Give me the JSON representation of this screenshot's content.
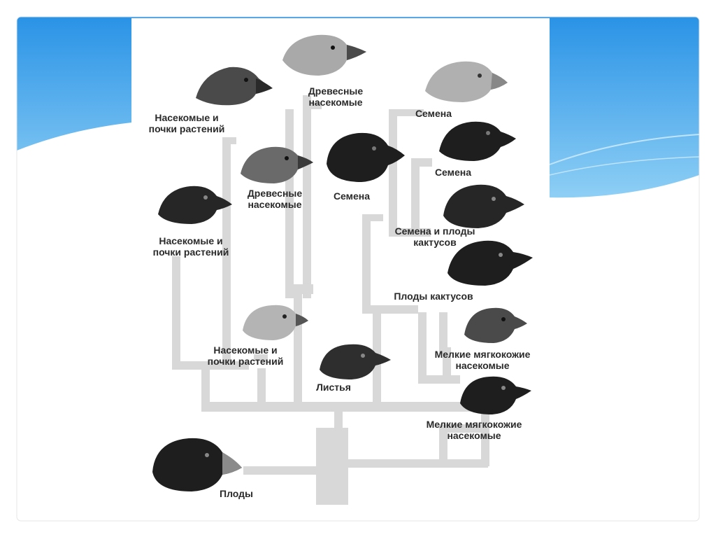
{
  "colors": {
    "banner_top": "#2a93e6",
    "banner_bottom": "#8ecff5",
    "branch": "#d7d7d7",
    "label": "#2a2a2a",
    "bird_dark": "#1e1e1e",
    "bird_mid": "#4a4a4a",
    "bird_light": "#a9a9a9"
  },
  "labels": {
    "l1": "Насекомые и\nпочки растений",
    "l2": "Древесные\nнасекомые",
    "l3": "Семена",
    "l4": "Семена",
    "l5": "Древесные\nнасекомые",
    "l6": "Семена",
    "l7": "Насекомые и\nпочки растений",
    "l8": "Семена и плоды\nкактусов",
    "l9": "Плоды кактусов",
    "l10": "Насекомые и\nпочки растений",
    "l11": "Мелкие мягкокожие\nнасекомые",
    "l12": "Листья",
    "l13": "Мелкие мягкокожие\nнасекомые",
    "l14": "Плоды"
  },
  "icons": {
    "bird": "finch-head-icon",
    "tree": "phylogenetic-tree-icon"
  }
}
